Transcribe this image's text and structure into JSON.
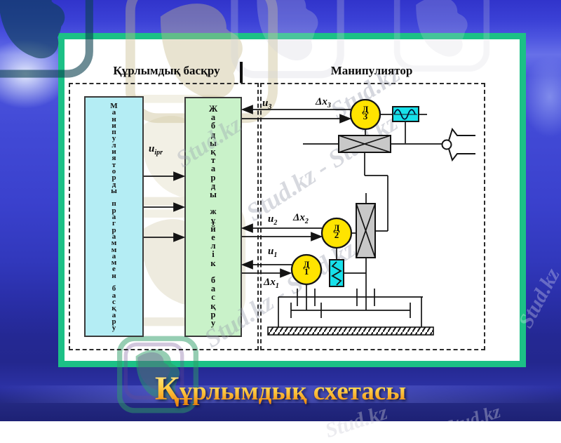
{
  "slide": {
    "title": {
      "first_letter": "Қ",
      "rest": "ұрлымдық схетасы"
    }
  },
  "diagram": {
    "control_section": {
      "header": "Құрлымдық басқру",
      "program_block_text": "Манипулияторды праграммамен басқару",
      "system_block_text": "Жабдықтарды жұйелік басқру",
      "u_ipr": {
        "base": "u",
        "sub": "ipr"
      }
    },
    "manipulator_section": {
      "header": "Манипулиятор",
      "sensors": [
        {
          "letter": "Д",
          "number": "3"
        },
        {
          "letter": "Д",
          "number": "2"
        },
        {
          "letter": "Д",
          "number": "1"
        }
      ],
      "signals": [
        {
          "u_base": "u",
          "u_sub": "3",
          "dx_base": "Δx",
          "dx_sub": "3"
        },
        {
          "u_base": "u",
          "u_sub": "2",
          "dx_base": "Δx",
          "dx_sub": "2"
        },
        {
          "u_base": "u",
          "u_sub": "1",
          "dx_base": "Δx",
          "dx_sub": "1"
        }
      ]
    }
  },
  "watermarks": {
    "items": [
      {
        "text": "Stud.kz"
      },
      {
        "text": "Stud.kz - Stud.kz"
      },
      {
        "text": "Stud.kz - Stud.kz"
      },
      {
        "text": "Stud.kz"
      },
      {
        "text": "Stud.kz"
      },
      {
        "text": "Stud.kz"
      },
      {
        "text": "Stud.kz"
      }
    ]
  },
  "colors": {
    "frame_green": "#1cc086",
    "program_box_cyan": "#b4edf4",
    "system_box_green": "#c9f2c9",
    "sensor_yellow": "#ffe400",
    "component_cyan": "#17e0ea",
    "joint_gray": "#c8c8c8",
    "title_gold": "#f6b02c"
  }
}
